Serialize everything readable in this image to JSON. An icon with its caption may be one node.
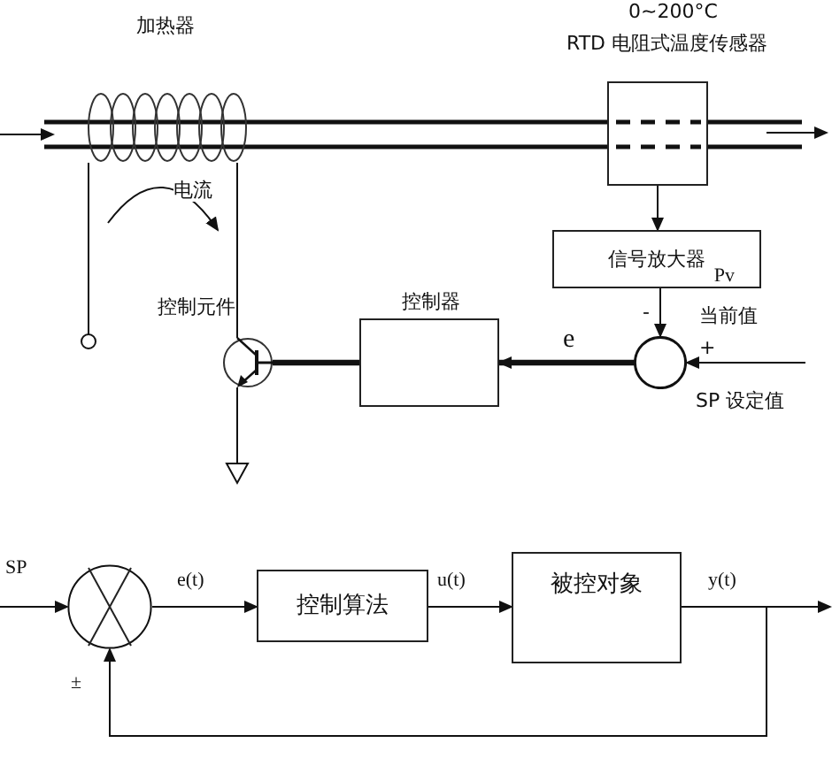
{
  "diagram": {
    "nodes": [
      {
        "text": [
          "加热器"
        ]
      },
      {
        "text": [
          "0~200°C",
          "RTD 电阻式温度传感器"
        ]
      },
      {
        "text": [
          "信号放大器",
          "Pv"
        ]
      },
      {
        "text": [],
        "shape": "circle",
        "beside": [
          "当前值",
          "SP 设定值"
        ]
      },
      {
        "text": [
          "控制器"
        ]
      },
      {
        "text": [],
        "shape": "transistor",
        "beside": [
          "控制元件"
        ]
      },
      {
        "text": [],
        "shape": "circle"
      },
      {
        "text": [
          "控制算法"
        ]
      },
      {
        "text": [
          "被控对象"
        ]
      }
    ],
    "edges": [
      {
        "from": 1,
        "to": 2,
        "arrow": "to"
      },
      {
        "from": 2,
        "to": 3,
        "arrow": "to"
      },
      {
        "from": null,
        "to": 3,
        "arrow": "to"
      },
      {
        "from": 3,
        "to": 4,
        "arrow": "to",
        "label": "e",
        "style": "thick"
      },
      {
        "from": 4,
        "to": 5,
        "arrow": "none",
        "style": "thick"
      },
      {
        "from": 0,
        "to": 5,
        "arrow": "none"
      },
      {
        "from": null,
        "to": 6,
        "arrow": "to",
        "label": "SP"
      },
      {
        "from": 6,
        "to": 7,
        "arrow": "to",
        "label": "e(t)"
      },
      {
        "from": 7,
        "to": 8,
        "arrow": "to",
        "label": "u(t)"
      },
      {
        "from": 8,
        "to": null,
        "arrow": "to",
        "label": "y(t)"
      },
      {
        "from": 8,
        "to": 6,
        "arrow": "to",
        "label": "±"
      }
    ],
    "labels": [
      "电流",
      "-",
      "+"
    ]
  }
}
